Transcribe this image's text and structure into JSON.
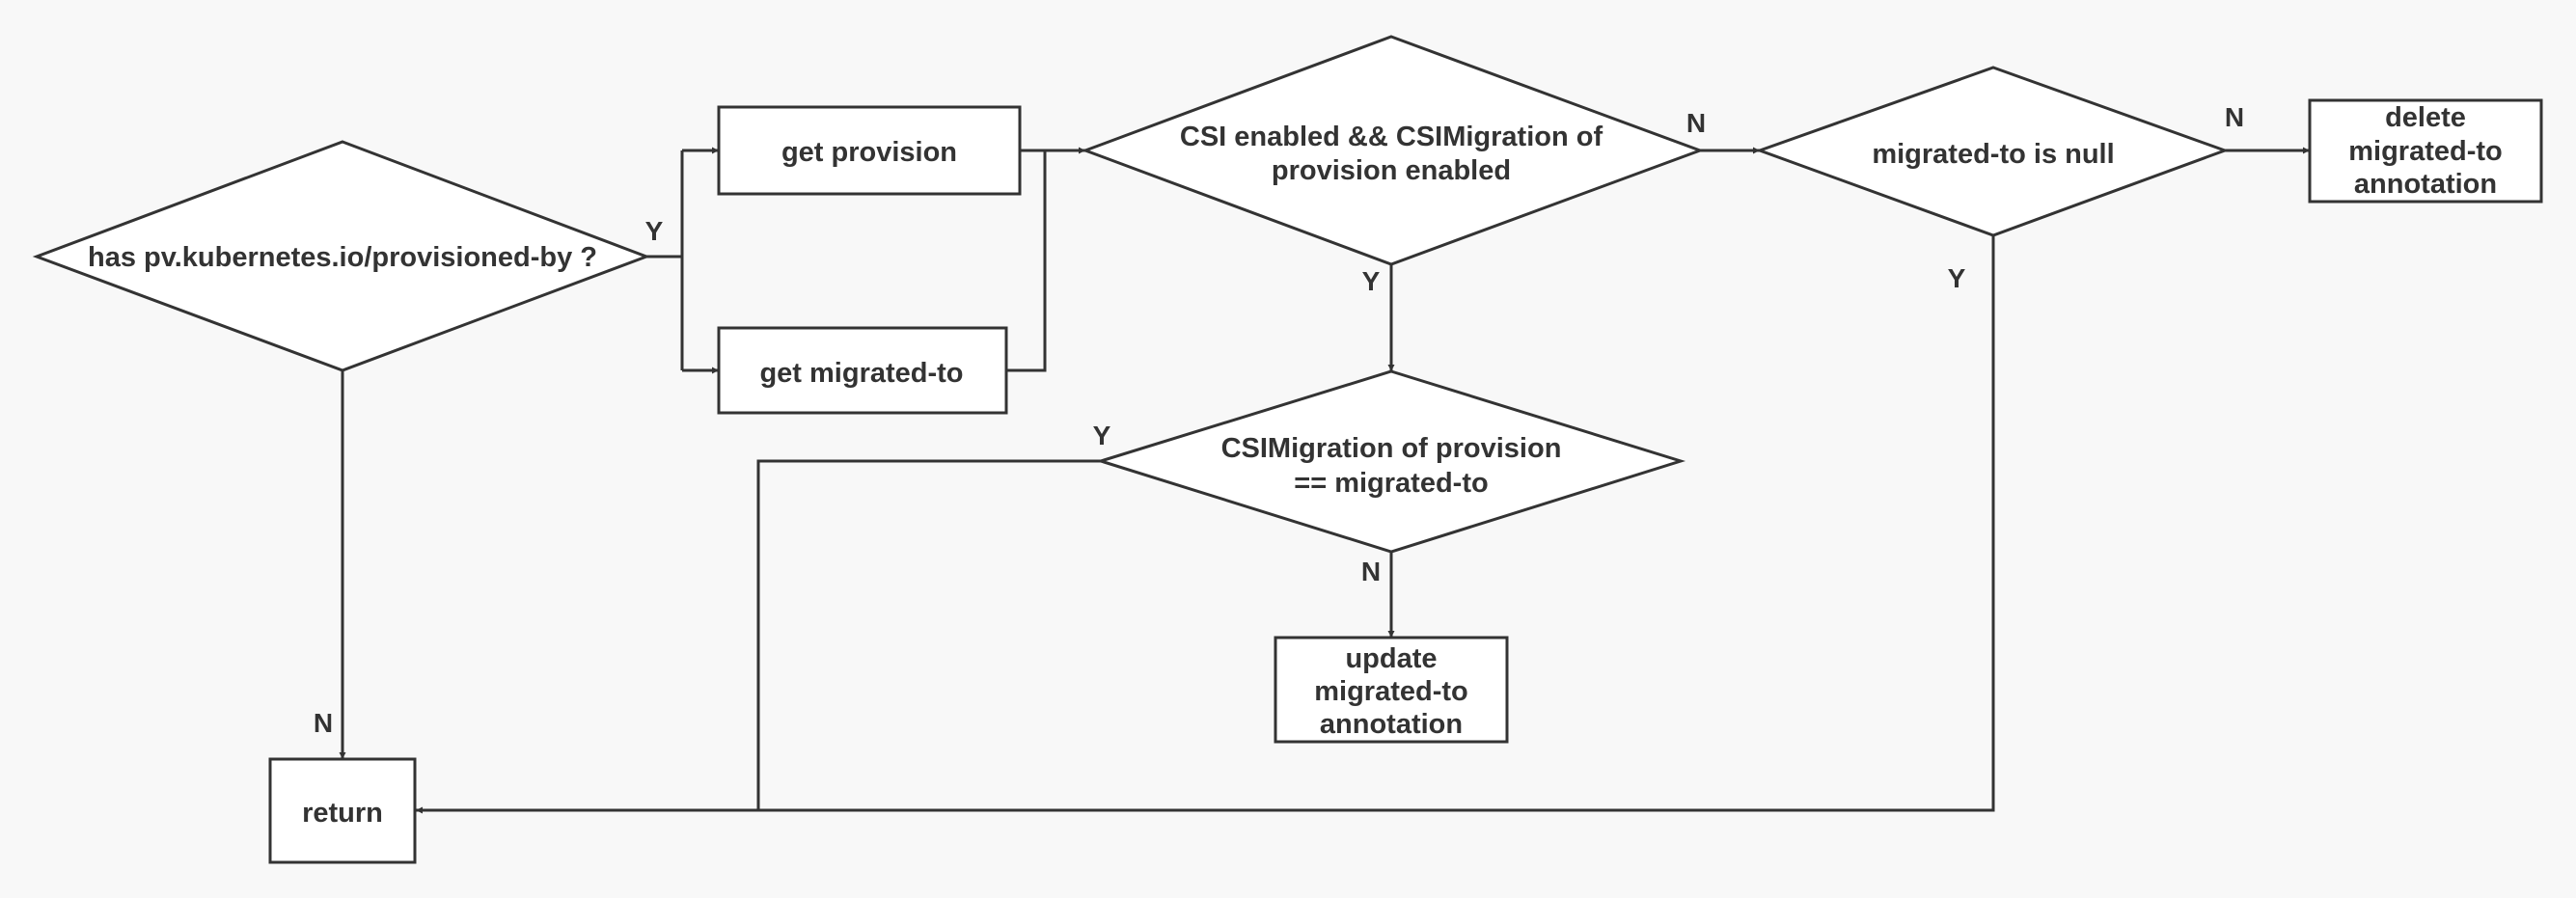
{
  "nodes": {
    "has_provisioned_by": "has pv.kubernetes.io/provisioned-by ?",
    "get_provision": "get provision",
    "get_migrated_to": "get migrated-to",
    "csi_enabled": {
      "line1": "CSI enabled && CSIMigration of",
      "line2": "provision enabled"
    },
    "migrated_to_null": "migrated-to is null",
    "delete_annotation": {
      "line1": "delete",
      "line2": "migrated-to",
      "line3": "annotation"
    },
    "csi_migration_equals": {
      "line1": "CSIMigration of provision",
      "line2": "== migrated-to"
    },
    "update_annotation": {
      "line1": "update",
      "line2": "migrated-to",
      "line3": "annotation"
    },
    "return": "return"
  },
  "edge_labels": {
    "provisioned_yes": "Y",
    "provisioned_no": "N",
    "csi_enabled_yes": "Y",
    "csi_enabled_no": "N",
    "null_yes": "Y",
    "null_no": "N",
    "equals_yes": "Y",
    "equals_no": "N"
  }
}
